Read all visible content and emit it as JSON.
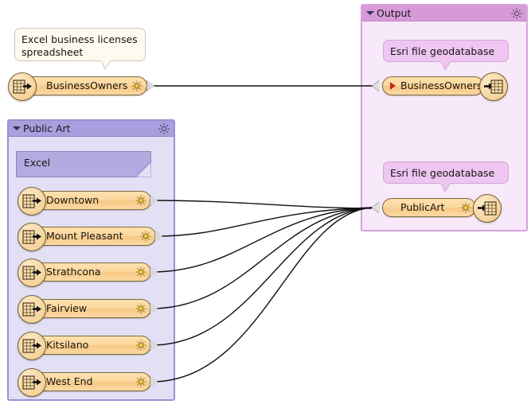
{
  "canvas": {
    "background": "#ffffff",
    "accent_purple": "#a99ede",
    "accent_pink": "#d79ad9",
    "node_orange": "#fcd79c",
    "node_border": "#7a6a3c"
  },
  "groups": [
    {
      "id": "output",
      "title": "Output",
      "caret_icon": "chevron-down-icon",
      "gear_icon": "gear-icon",
      "header_color": "#d79ad9",
      "body_color": "#f7e9fa",
      "border_color": "#d79fe0"
    },
    {
      "id": "public-art",
      "title": "Public Art",
      "caret_icon": "chevron-down-icon",
      "gear_icon": "gear-icon",
      "header_color": "#a99ede",
      "body_color": "#e3e0f5",
      "border_color": "#9b8fd4"
    }
  ],
  "callouts": [
    {
      "id": "business-owners-source",
      "text": "Excel business licenses spreadsheet",
      "style": "cream"
    },
    {
      "id": "business-owners-output",
      "text": "Esri file geodatabase",
      "style": "lilac"
    },
    {
      "id": "public-art-output",
      "text": "Esri file geodatabase",
      "style": "lilac"
    }
  ],
  "notes": [
    {
      "id": "public-art-format",
      "text": "Excel"
    }
  ],
  "nodes": {
    "source_standalone": [
      {
        "id": "business-owners-source",
        "label": "BusinessOwners",
        "icon": "table-export-icon",
        "triangle": "outline",
        "gear_icon": "gear-icon"
      }
    ],
    "public_art_items": [
      {
        "id": "downtown",
        "label": "Downtown",
        "icon": "table-export-icon",
        "triangle": "outline",
        "gear_icon": "gear-icon"
      },
      {
        "id": "mount-pleasant",
        "label": "Mount Pleasant",
        "icon": "table-export-icon",
        "triangle": "outline",
        "gear_icon": "gear-icon"
      },
      {
        "id": "strathcona",
        "label": "Strathcona",
        "icon": "table-export-icon",
        "triangle": "outline",
        "gear_icon": "gear-icon"
      },
      {
        "id": "fairview",
        "label": "Fairview",
        "icon": "table-export-icon",
        "triangle": "outline",
        "gear_icon": "gear-icon"
      },
      {
        "id": "kitsilano",
        "label": "Kitsilano",
        "icon": "table-export-icon",
        "triangle": "outline",
        "gear_icon": "gear-icon"
      },
      {
        "id": "west-end",
        "label": "West End",
        "icon": "table-export-icon",
        "triangle": "outline",
        "gear_icon": "gear-icon"
      }
    ],
    "output_items": [
      {
        "id": "business-owners-out",
        "label": "BusinessOwners",
        "icon": "table-import-icon",
        "triangle": "filled-red",
        "gear_icon": "gear-icon"
      },
      {
        "id": "public-art-out",
        "label": "PublicArt",
        "icon": "table-import-icon",
        "triangle": "outline",
        "gear_icon": "gear-icon"
      }
    ]
  },
  "connections": [
    {
      "from": "business-owners-source",
      "to": "business-owners-out"
    },
    {
      "from": "downtown",
      "to": "public-art-out"
    },
    {
      "from": "mount-pleasant",
      "to": "public-art-out"
    },
    {
      "from": "strathcona",
      "to": "public-art-out"
    },
    {
      "from": "fairview",
      "to": "public-art-out"
    },
    {
      "from": "kitsilano",
      "to": "public-art-out"
    },
    {
      "from": "west-end",
      "to": "public-art-out"
    }
  ]
}
